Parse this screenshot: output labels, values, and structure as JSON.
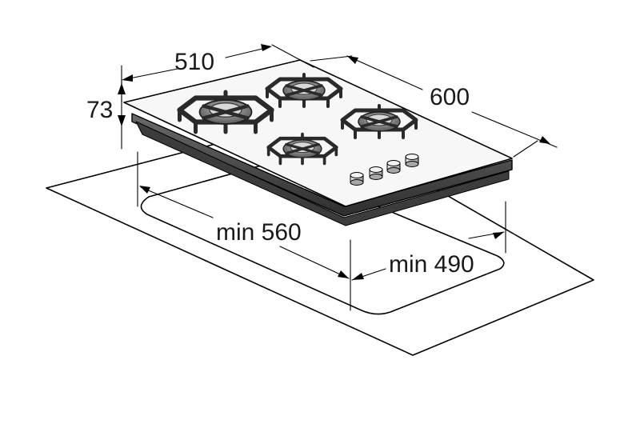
{
  "dimensions": {
    "width": "510",
    "depth": "600",
    "height": "73",
    "cutout_width": "min 560",
    "cutout_depth": "min 490"
  },
  "colors": {
    "line": "#000000",
    "glass_top": "#f7f7f7",
    "hob_edge": "#4a4a4a",
    "burner": "#3a3a3a"
  },
  "counts": {
    "burners": 4,
    "control_knobs": 4
  }
}
